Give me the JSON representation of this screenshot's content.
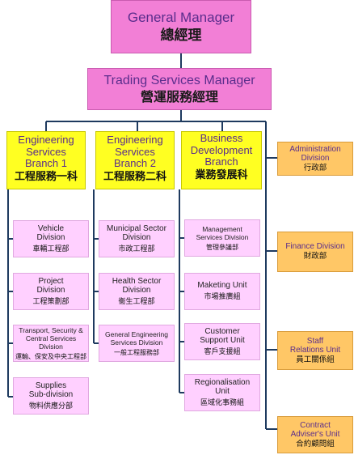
{
  "general_manager": {
    "en": "General Manager",
    "zh": "總經理"
  },
  "trading_manager": {
    "en": "Trading Services Manager",
    "zh": "營運服務經理"
  },
  "branches": [
    {
      "en1": "Engineering",
      "en2": "Services",
      "en3": "Branch 1",
      "zh": "工程服務一科"
    },
    {
      "en1": "Engineering",
      "en2": "Services",
      "en3": "Branch 2",
      "zh": "工程服務二科"
    },
    {
      "en1": "Business",
      "en2": "Development",
      "en3": "Branch",
      "zh": "業務發展科"
    }
  ],
  "branch1_units": [
    {
      "en1": "Vehicle",
      "en2": "Division",
      "zh": "車輛工程部"
    },
    {
      "en1": "Project",
      "en2": "Division",
      "zh": "工程策劃部"
    },
    {
      "en1": "Transport, Security &",
      "en2": "Central Services Division",
      "zh": "運輸、保安及中央工程部"
    },
    {
      "en1": "Supplies",
      "en2": "Sub-division",
      "zh": "物料供應分部"
    }
  ],
  "branch2_units": [
    {
      "en1": "Municipal Sector",
      "en2": "Division",
      "zh": "市政工程部"
    },
    {
      "en1": "Health Sector",
      "en2": "Division",
      "zh": "衞生工程部"
    },
    {
      "en1": "General Engineering",
      "en2": "Services Division",
      "zh": "一般工程服務部"
    }
  ],
  "branch3_units": [
    {
      "en1": "Management",
      "en2": "Services Division",
      "zh": "管理參議部"
    },
    {
      "en1": "Maketing Unit",
      "en2": "",
      "zh": "市場推廣組"
    },
    {
      "en1": "Customer",
      "en2": "Support Unit",
      "zh": "客戶支援組"
    },
    {
      "en1": "Regionalisation",
      "en2": "Unit",
      "zh": "區域化事務組"
    }
  ],
  "direct_units": [
    {
      "en1": "Administration",
      "en2": "Division",
      "zh": "行政部"
    },
    {
      "en1": "Finance Division",
      "en2": "",
      "zh": "財政部"
    },
    {
      "en1": "Staff",
      "en2": "Relations Unit",
      "zh": "員工關係組"
    },
    {
      "en1": "Contract",
      "en2": "Adviser's Unit",
      "zh": "合約顧問組"
    }
  ],
  "colors": {
    "manager_box": "#f27fd6",
    "branch_box": "#ffff22",
    "direct_unit_box": "#ffc766",
    "division_box": "#ffd0ff",
    "connector": "#1e3a5f"
  }
}
